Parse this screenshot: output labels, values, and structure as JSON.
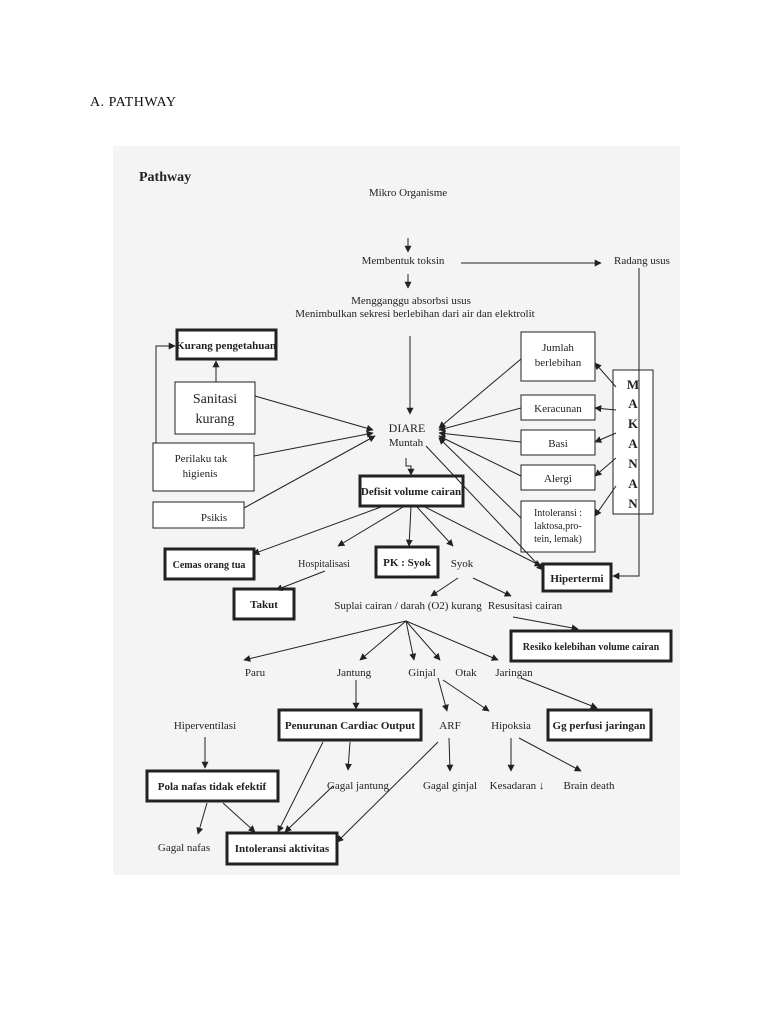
{
  "document": {
    "heading": "A.  PATHWAY"
  },
  "diagram": {
    "title": "Pathway",
    "nodes": {
      "mikro": "Mikro Organisme",
      "toksin": "Membentuk toksin",
      "radang": "Radang usus",
      "ganggu1": "Mengganggu absorbsi usus",
      "ganggu2": "Menimbulkan sekresi berlebihan dari air dan elektrolit",
      "kurang_pengetahuan": "Kurang pengetahuan",
      "sanitasi1": "Sanitasi",
      "sanitasi2": "kurang",
      "perilaku1": "Perilaku tak",
      "perilaku2": "higienis",
      "psikis": "Psikis",
      "diare": "DIARE",
      "muntah": "Muntah",
      "jumlah1": "Jumlah",
      "jumlah2": "berlebihan",
      "keracunan": "Keracunan",
      "basi": "Basi",
      "alergi": "Alergi",
      "intol1": "Intoleransi :",
      "intol2": "laktosa,pro-",
      "intol3": "tein, lemak)",
      "makanan": [
        "M",
        "A",
        "K",
        "A",
        "N",
        "A",
        "N"
      ],
      "defisit": "Defisit volume cairan",
      "cemas": "Cemas orang tua",
      "hospitalisasi": "Hospitalisasi",
      "pk_syok": "PK : Syok",
      "syok": "Syok",
      "hipertermi": "Hipertermi",
      "takut": "Takut",
      "suplai": "Suplai cairan / darah (O2) kurang",
      "resusitasi": "Resusitasi cairan",
      "resiko": "Resiko kelebihan volume cairan",
      "paru": "Paru",
      "jantung": "Jantung",
      "ginjal": "Ginjal",
      "otak": "Otak",
      "jaringan": "Jaringan",
      "hiperventilasi": "Hiperventilasi",
      "penurunan": "Penurunan Cardiac Output",
      "arf": "ARF",
      "hipoksia": "Hipoksia",
      "gg_perfusi": "Gg perfusi jaringan",
      "pola": "Pola nafas tidak efektif",
      "gagal_jantung": "Gagal jantung",
      "gagal_ginjal": "Gagal ginjal",
      "kesadaran": "Kesadaran ↓",
      "brain": "Brain death",
      "gagal_nafas": "Gagal nafas",
      "intoleransi_aktivitas": "Intoleransi aktivitas"
    }
  }
}
